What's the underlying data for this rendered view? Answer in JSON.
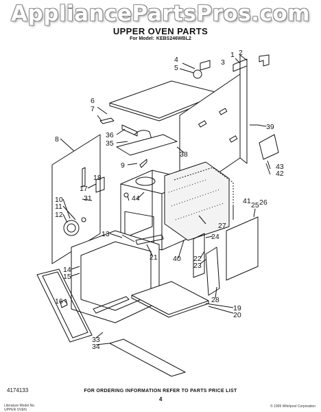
{
  "watermark": "AppliancePartsPros.com",
  "header": {
    "title": "UPPER OVEN PARTS",
    "model_label": "For Model:",
    "model_value": "KEBS246WBL2"
  },
  "callouts": {
    "c1": "1",
    "c2": "2",
    "c3": "3",
    "c4": "4",
    "c5": "5",
    "c6": "6",
    "c7": "7",
    "c8": "8",
    "c9": "9",
    "c10": "10",
    "c11": "11",
    "c12": "12",
    "c13": "13",
    "c14": "14",
    "c15": "15",
    "c16": "16",
    "c17": "17",
    "c18": "18",
    "c19": "19",
    "c20": "20",
    "c21": "21",
    "c22": "22",
    "c23": "23",
    "c24": "24",
    "c25": "25",
    "c26": "26",
    "c27": "27",
    "c28": "28",
    "c31": "31",
    "c33": "33",
    "c34": "34",
    "c35": "35",
    "c36": "36",
    "c38": "38",
    "c39": "39",
    "c40": "40",
    "c41": "41",
    "c42": "42",
    "c43": "43",
    "c44": "44"
  },
  "footer": {
    "part_number": "4174133",
    "note": "FOR ORDERING INFORMATION REFER TO PARTS PRICE LIST",
    "page": "4",
    "smallprint_left": [
      "Literature Model No.",
      "UPPER OVEN"
    ],
    "smallprint_right": "© 1995 Whirlpool Corporation"
  }
}
